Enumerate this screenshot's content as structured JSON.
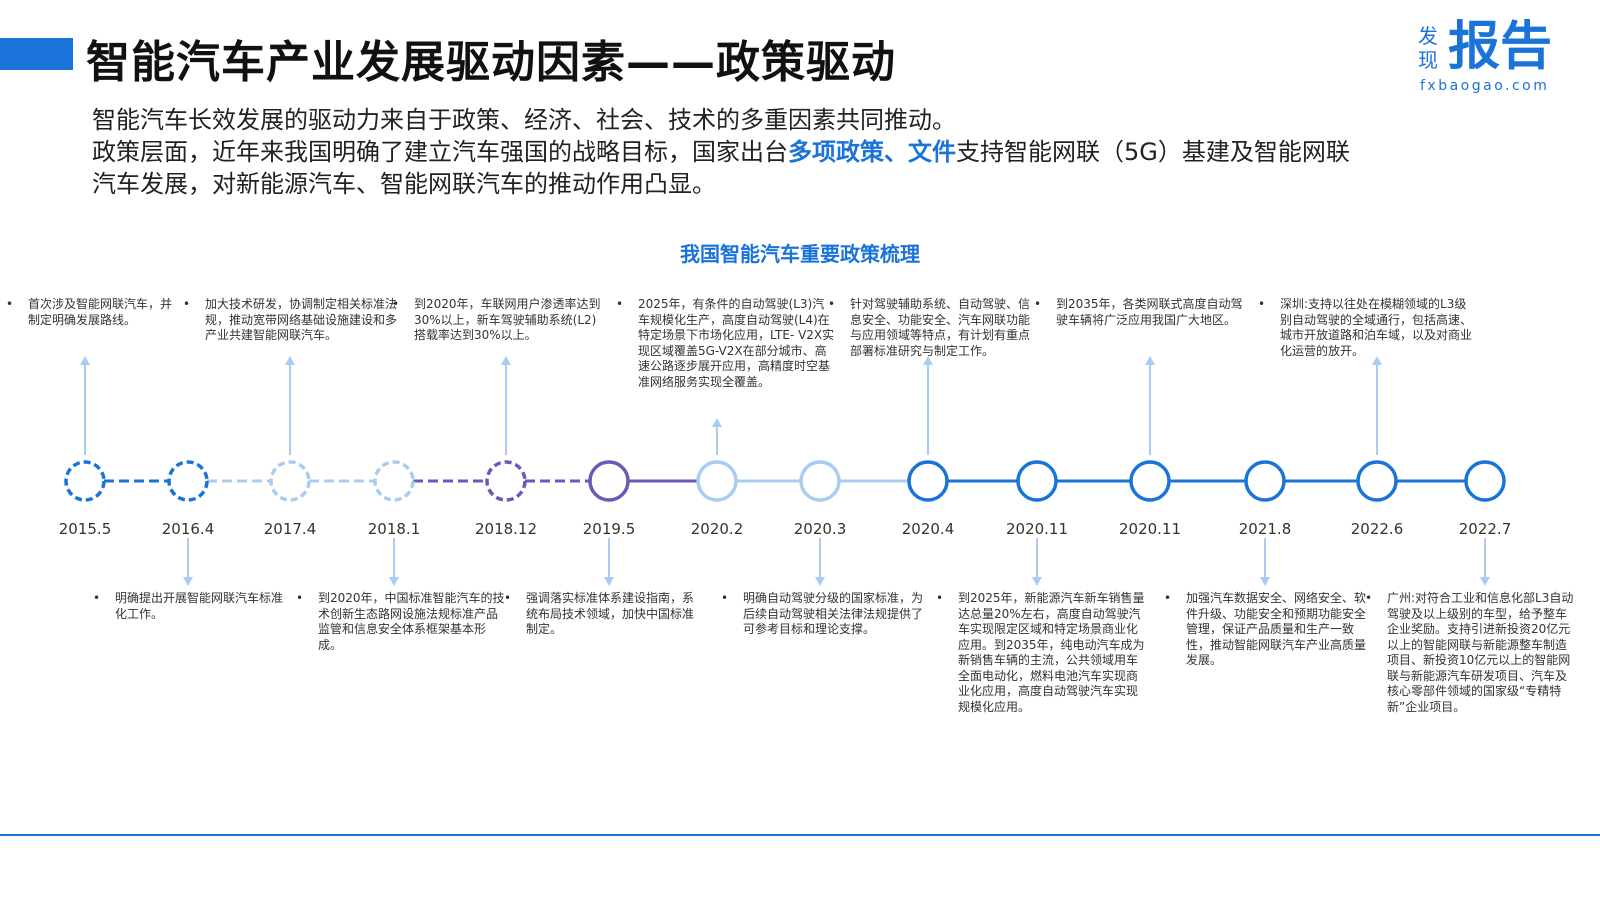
{
  "header": {
    "title": "智能汽车产业发展驱动因素——政策驱动",
    "logo_small": "发现",
    "logo_big": "报告",
    "logo_url": "fxbaogao.com"
  },
  "intro": {
    "line1": "智能汽车长效发展的驱动力来自于政策、经济、社会、技术的多重因素共同推动。",
    "line2_a": "政策层面，近年来我国明确了建立汽车强国的战略目标，国家出台",
    "line2_highlight": "多项政策、文件",
    "line2_b": "支持智能网联（5G）基建及智能网联",
    "line3": "汽车发展，对新能源汽车、智能网联汽车的推动作用凸显。"
  },
  "timeline_title": "我国智能汽车重要政策梳理",
  "colors": {
    "accent": "#1a73d8",
    "light": "#a9ccf2",
    "purple": "#6a5ab8"
  },
  "milestones": [
    {
      "date": "2015.5",
      "position": "top",
      "style": "dashed-dark",
      "text": "首次涉及智能网联汽车，并制定明确发展路线。"
    },
    {
      "date": "2016.4",
      "position": "bottom",
      "style": "dashed-dark",
      "text": "明确提出开展智能网联汽车标准化工作。"
    },
    {
      "date": "2017.4",
      "position": "top",
      "style": "dashed-light",
      "text": "加大技术研发，协调制定相关标准法规，推动宽带网络基础设施建设和多产业共建智能网联汽车。"
    },
    {
      "date": "2018.1",
      "position": "bottom",
      "style": "dashed-light",
      "text": "到2020年，中国标准智能汽车的技术创新生态路网设施法规标准产品监管和信息安全体系框架基本形成。"
    },
    {
      "date": "2018.12",
      "position": "top",
      "style": "dashed-purple",
      "text": "到2020年，车联网用户渗透率达到30%以上，新车驾驶辅助系统(L2)搭载率达到30%以上。"
    },
    {
      "date": "2019.5",
      "position": "bottom",
      "style": "solid-purple",
      "text": "强调落实标准体系建设指南，系统布局技术领域，加快中国标准制定。"
    },
    {
      "date": "2020.2",
      "position": "top",
      "style": "solid-light",
      "text": "2025年，有条件的自动驾驶(L3)汽车规模化生产，高度自动驾驶(L4)在特定场景下市场化应用，LTE- V2X实现区域覆盖5G-V2X在部分城市、高速公路逐步展开应用，高精度时空基准网络服务实现全覆盖。"
    },
    {
      "date": "2020.3",
      "position": "bottom",
      "style": "solid-light",
      "text": "明确自动驾驶分级的国家标准，为后续自动驾驶相关法律法规提供了可参考目标和理论支撑。"
    },
    {
      "date": "2020.4",
      "position": "top",
      "style": "solid-dark",
      "text": "针对驾驶辅助系统、自动驾驶、信息安全、功能安全、汽车网联功能与应用领域等特点，有计划有重点部署标准研究与制定工作。"
    },
    {
      "date": "2020.11",
      "position": "bottom",
      "style": "solid-dark",
      "text": "到2025年，新能源汽车新车销售量达总量20%左右，高度自动驾驶汽车实现限定区域和特定场景商业化应用。到2035年，纯电动汽车成为新销售车辆的主流，公共领域用车全面电动化，燃料电池汽车实现商业化应用，高度自动驾驶汽车实现规模化应用。"
    },
    {
      "date": "2020.11",
      "position": "top",
      "style": "solid-dark",
      "text": "到2035年，各类网联式高度自动驾驶车辆将广泛应用我国广大地区。"
    },
    {
      "date": "2021.8",
      "position": "bottom",
      "style": "solid-dark",
      "text": "加强汽车数据安全、网络安全、软件升级、功能安全和预期功能安全管理，保证产品质量和生产一致性，推动智能网联汽车产业高质量发展。"
    },
    {
      "date": "2022.6",
      "position": "top",
      "style": "solid-dark",
      "text": "深圳:支持以往处在模糊领域的L3级别自动驾驶的全域通行，包括高速、城市开放道路和泊车域，以及对商业化运营的放开。"
    },
    {
      "date": "2022.7",
      "position": "bottom",
      "style": "solid-dark",
      "text": "广州:对符合工业和信息化部L3自动驾驶及以上级别的车型，给予整车企业奖励。支持引进新投资20亿元以上的智能网联与新能源整车制造项目、新投资10亿元以上的智能网联与新能源汽车研发项目、汽车及核心零部件领域的国家级“专精特新”企业项目。"
    }
  ]
}
